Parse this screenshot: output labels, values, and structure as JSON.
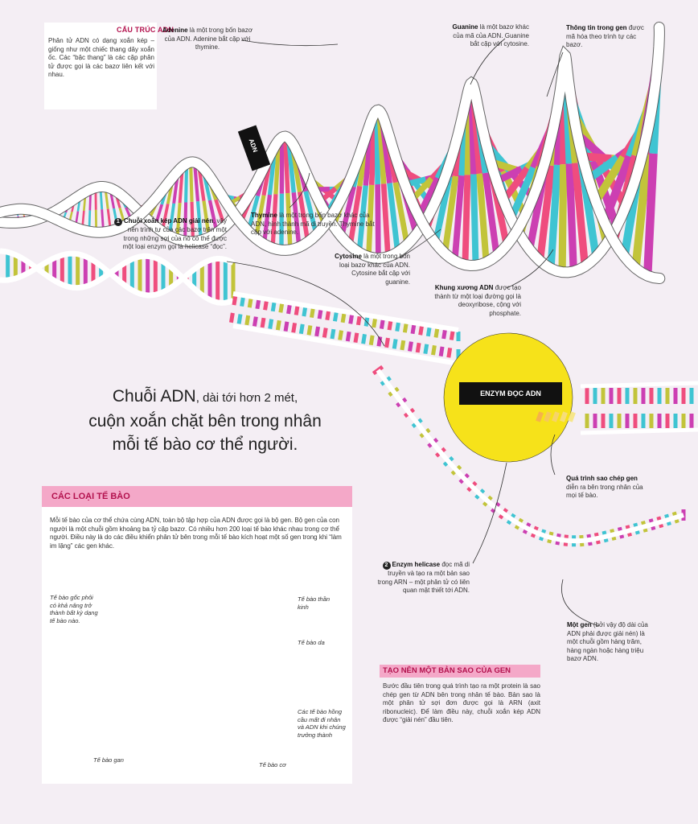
{
  "cau_truc": {
    "title": "CẤU TRÚC ADN",
    "text": "Phân tử ADN có dạng xoắn kép – giống như một chiếc thang dây xoắn ốc. Các “bậc thang” là các cặp phân tử được gọi là các bazơ liên kết với nhau."
  },
  "callouts": {
    "adenine": {
      "term": "Adenine",
      "rest": " là một trong bốn bazơ của ADN. Adenine bắt cặp với thymine."
    },
    "guanine": {
      "term": "Guanine",
      "rest": " là một bazơ khác của mã của ADN. Guanine bắt cặp với cytosine."
    },
    "thongtin": {
      "term": "Thông tin trong gen",
      "rest": " được mã hóa theo trình tự các bazơ."
    },
    "thymine": {
      "term": "Thymine",
      "rest": " là một trong bốn bazơ khác của ADN, hình thành mã di truyền. Thymine bắt cặp với adenine."
    },
    "cytosine": {
      "term": "Cytosine",
      "rest": " là một trong bốn loại bazơ khác của ADN. Cytosine bắt cặp với guanine."
    },
    "khung": {
      "term": "Khung xương ADN",
      "rest": " được tạo thành từ một loại đường gọi là deoxyribose, cộng với phosphate."
    },
    "chuoi": {
      "num": "1",
      "term": "Chuỗi xoắn kép ADN giải nén",
      "rest": ", vậy nên trình tự của các bazơ trên một trong những sợi của nó có thể được một loại enzym gọi là helicase “đọc”."
    },
    "enzym": {
      "num": "2",
      "term": "Enzym helicase",
      "rest": " đọc mã di truyền và tạo ra một bản sao trong ARN – một phân tử có liên quan mật thiết tới ADN."
    },
    "quatrinh": {
      "term": "Quá trình sao chép gen",
      "rest": " diễn ra bên trong nhân của mọi tế bào."
    },
    "motgen": {
      "term": "Một gen",
      "rest": " (bởi vậy độ dài của ADN phải được giải nén) là một chuỗi gồm hàng trăm, hàng ngàn hoặc hàng triệu bazơ ADN."
    }
  },
  "adn_tag": "ADN",
  "enzyme_label": "ENZYM ĐỌC ADN",
  "headline": {
    "line1_strong": "Chuỗi ADN",
    "line1_rest": ", dài tới hơn 2 mét,",
    "line2": "cuộn xoắn chặt bên trong nhân",
    "line3": "mỗi tế bào cơ thể người."
  },
  "cells": {
    "title": "CÁC LOẠI TẾ BÀO",
    "text": "Mỗi tế bào của cơ thể chứa cùng ADN, toàn bộ tập hợp của ADN được gọi là bộ gen. Bộ gen của con người là một chuỗi gồm khoảng ba tỷ cặp bazơ. Có nhiều hơn 200 loại tế bào khác nhau trong cơ thể người. Điều này là do các điều khiển phân tử bên trong mỗi tế bào kích hoạt một số gen trong khi “làm im lặng” các gen khác.",
    "labels": {
      "stem": "Tế bào gốc phôi có khả năng trở thành bất kỳ dạng tế bào nào.",
      "nerve": "Tế bào thần kinh",
      "skin": "Tế bào da",
      "red": "Các tế bào hồng cầu mất đi nhân và ADN khi chúng trưởng thành",
      "liver": "Tế bào gan",
      "muscle": "Tế bào cơ"
    }
  },
  "copy": {
    "title": "TẠO NÊN MỘT BẢN SAO CỦA GEN",
    "text": "Bước đầu tiên trong quá trình tạo ra một protein là sao chép gen từ ADN bên trong nhân tế bào. Bản sao là một phân tử sợi đơn được gọi là ARN (axit ribonucleic). Để làm điều này, chuỗi xoắn kép ADN được “giải nén” đầu tiên."
  },
  "colors": {
    "pink": "#ef4d7e",
    "cyan": "#3fc4d2",
    "lime": "#c2c43a",
    "magenta": "#cc3fb2",
    "yellow": "#f6e21a",
    "accent": "#b3124e",
    "header": "#f4a8c8"
  }
}
